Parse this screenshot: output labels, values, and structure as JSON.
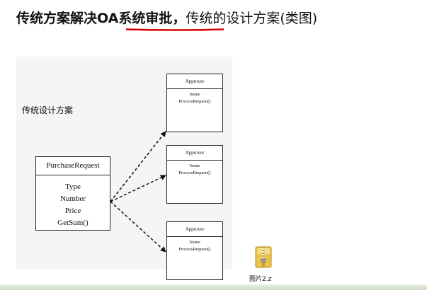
{
  "slide": {
    "title_bold": "传统方案解决OA系统审批，",
    "title_normal": "传统的设计方案(类图)",
    "underline_color": "#d40000"
  },
  "diagram": {
    "label": "传统设计方案",
    "purchase_request": {
      "name": "PurchaseRequest",
      "members": [
        "Type",
        "Number",
        "Price",
        "GetSum()"
      ]
    },
    "approvers": [
      {
        "name": "Approver",
        "members": [
          "Name",
          "ProcessRequest()"
        ]
      },
      {
        "name": "Approver",
        "members": [
          "Name",
          "ProcessRequest()"
        ]
      },
      {
        "name": "Approver",
        "members": [
          "Name",
          "ProcessRequest()"
        ]
      }
    ]
  },
  "desktop": {
    "file_label": "图片2.z",
    "file_icon": "zip-folder-icon"
  }
}
